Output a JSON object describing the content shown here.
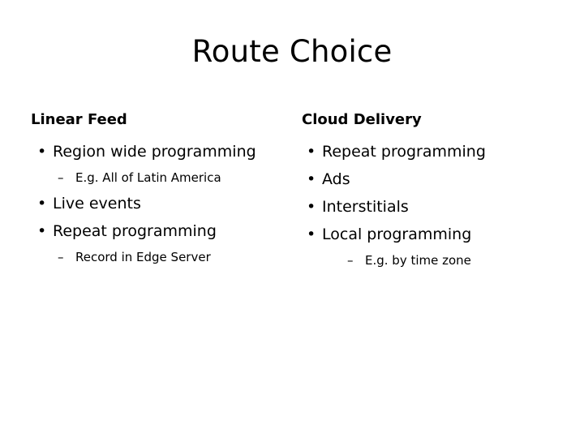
{
  "slide": {
    "title": "Route Choice",
    "bullet_glyph": "•",
    "subbullet_glyph": "–",
    "text_color": "#000000",
    "background_color": "#ffffff",
    "columns": [
      {
        "heading": "Linear Feed",
        "items": [
          {
            "label": "Region wide programming",
            "subitems": [
              {
                "label": "E.g. All of Latin America"
              }
            ]
          },
          {
            "label": "Live events",
            "subitems": []
          },
          {
            "label": "Repeat programming",
            "subitems": [
              {
                "label": "Record in Edge Server"
              }
            ]
          }
        ]
      },
      {
        "heading": "Cloud Delivery",
        "items": [
          {
            "label": "Repeat programming",
            "subitems": []
          },
          {
            "label": "Ads",
            "subitems": []
          },
          {
            "label": "Interstitials",
            "subitems": []
          },
          {
            "label": "Local programming",
            "subitems": [
              {
                "label": "E.g. by time zone"
              }
            ]
          }
        ]
      }
    ]
  }
}
